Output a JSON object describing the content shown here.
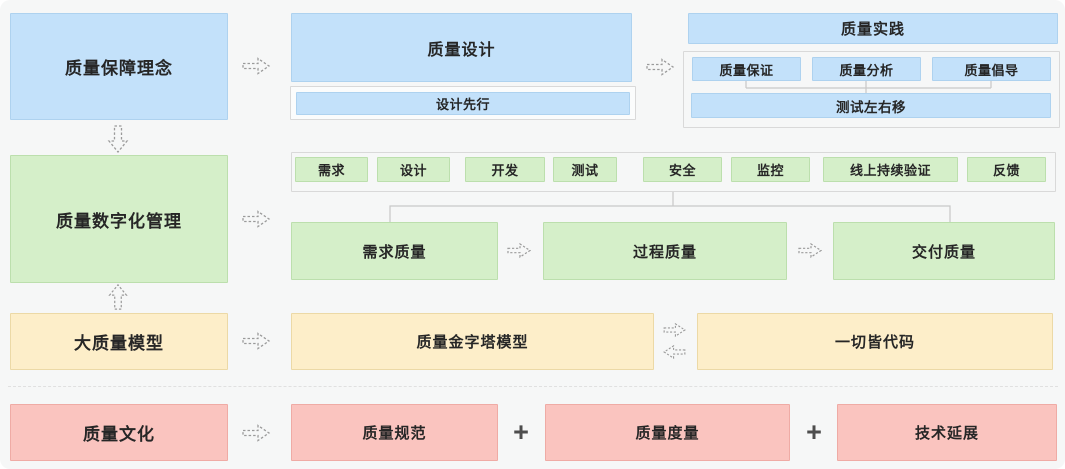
{
  "left_column": {
    "items": [
      {
        "label": "质量保障理念",
        "color": "blue"
      },
      {
        "label": "质量数字化管理",
        "color": "green"
      },
      {
        "label": "大质量模型",
        "color": "yellow"
      },
      {
        "label": "质量文化",
        "color": "red"
      }
    ]
  },
  "quality_design": {
    "title": "质量设计",
    "subtitle": "设计先行"
  },
  "quality_practice": {
    "title": "质量实践",
    "items": [
      "质量保证",
      "质量分析",
      "质量倡导"
    ],
    "bottom": "测试左右移"
  },
  "pipeline": {
    "stages": [
      "需求",
      "设计",
      "开发",
      "测试",
      "安全",
      "监控",
      "线上持续验证",
      "反馈"
    ]
  },
  "quality_flow": {
    "items": [
      "需求质量",
      "过程质量",
      "交付质量"
    ]
  },
  "model_row": {
    "left": "质量金字塔模型",
    "right": "一切皆代码"
  },
  "culture_row": {
    "items": [
      "质量规范",
      "质量度量",
      "技术延展"
    ],
    "separator": "+"
  },
  "icons": {
    "arrow_right": "dashed hollow block arrow pointing right",
    "arrow_left": "dashed hollow block arrow pointing left",
    "arrow_down": "dashed hollow block arrow pointing down",
    "arrow_up": "dashed hollow block arrow pointing up"
  },
  "colors": {
    "background": "#f6f7f7",
    "blue_fill": "#c3e1fa",
    "green_fill": "#d5efc9",
    "yellow_fill": "#fdeec9",
    "red_fill": "#fac4bf",
    "connector": "#c8c8c8",
    "text": "#262626"
  }
}
